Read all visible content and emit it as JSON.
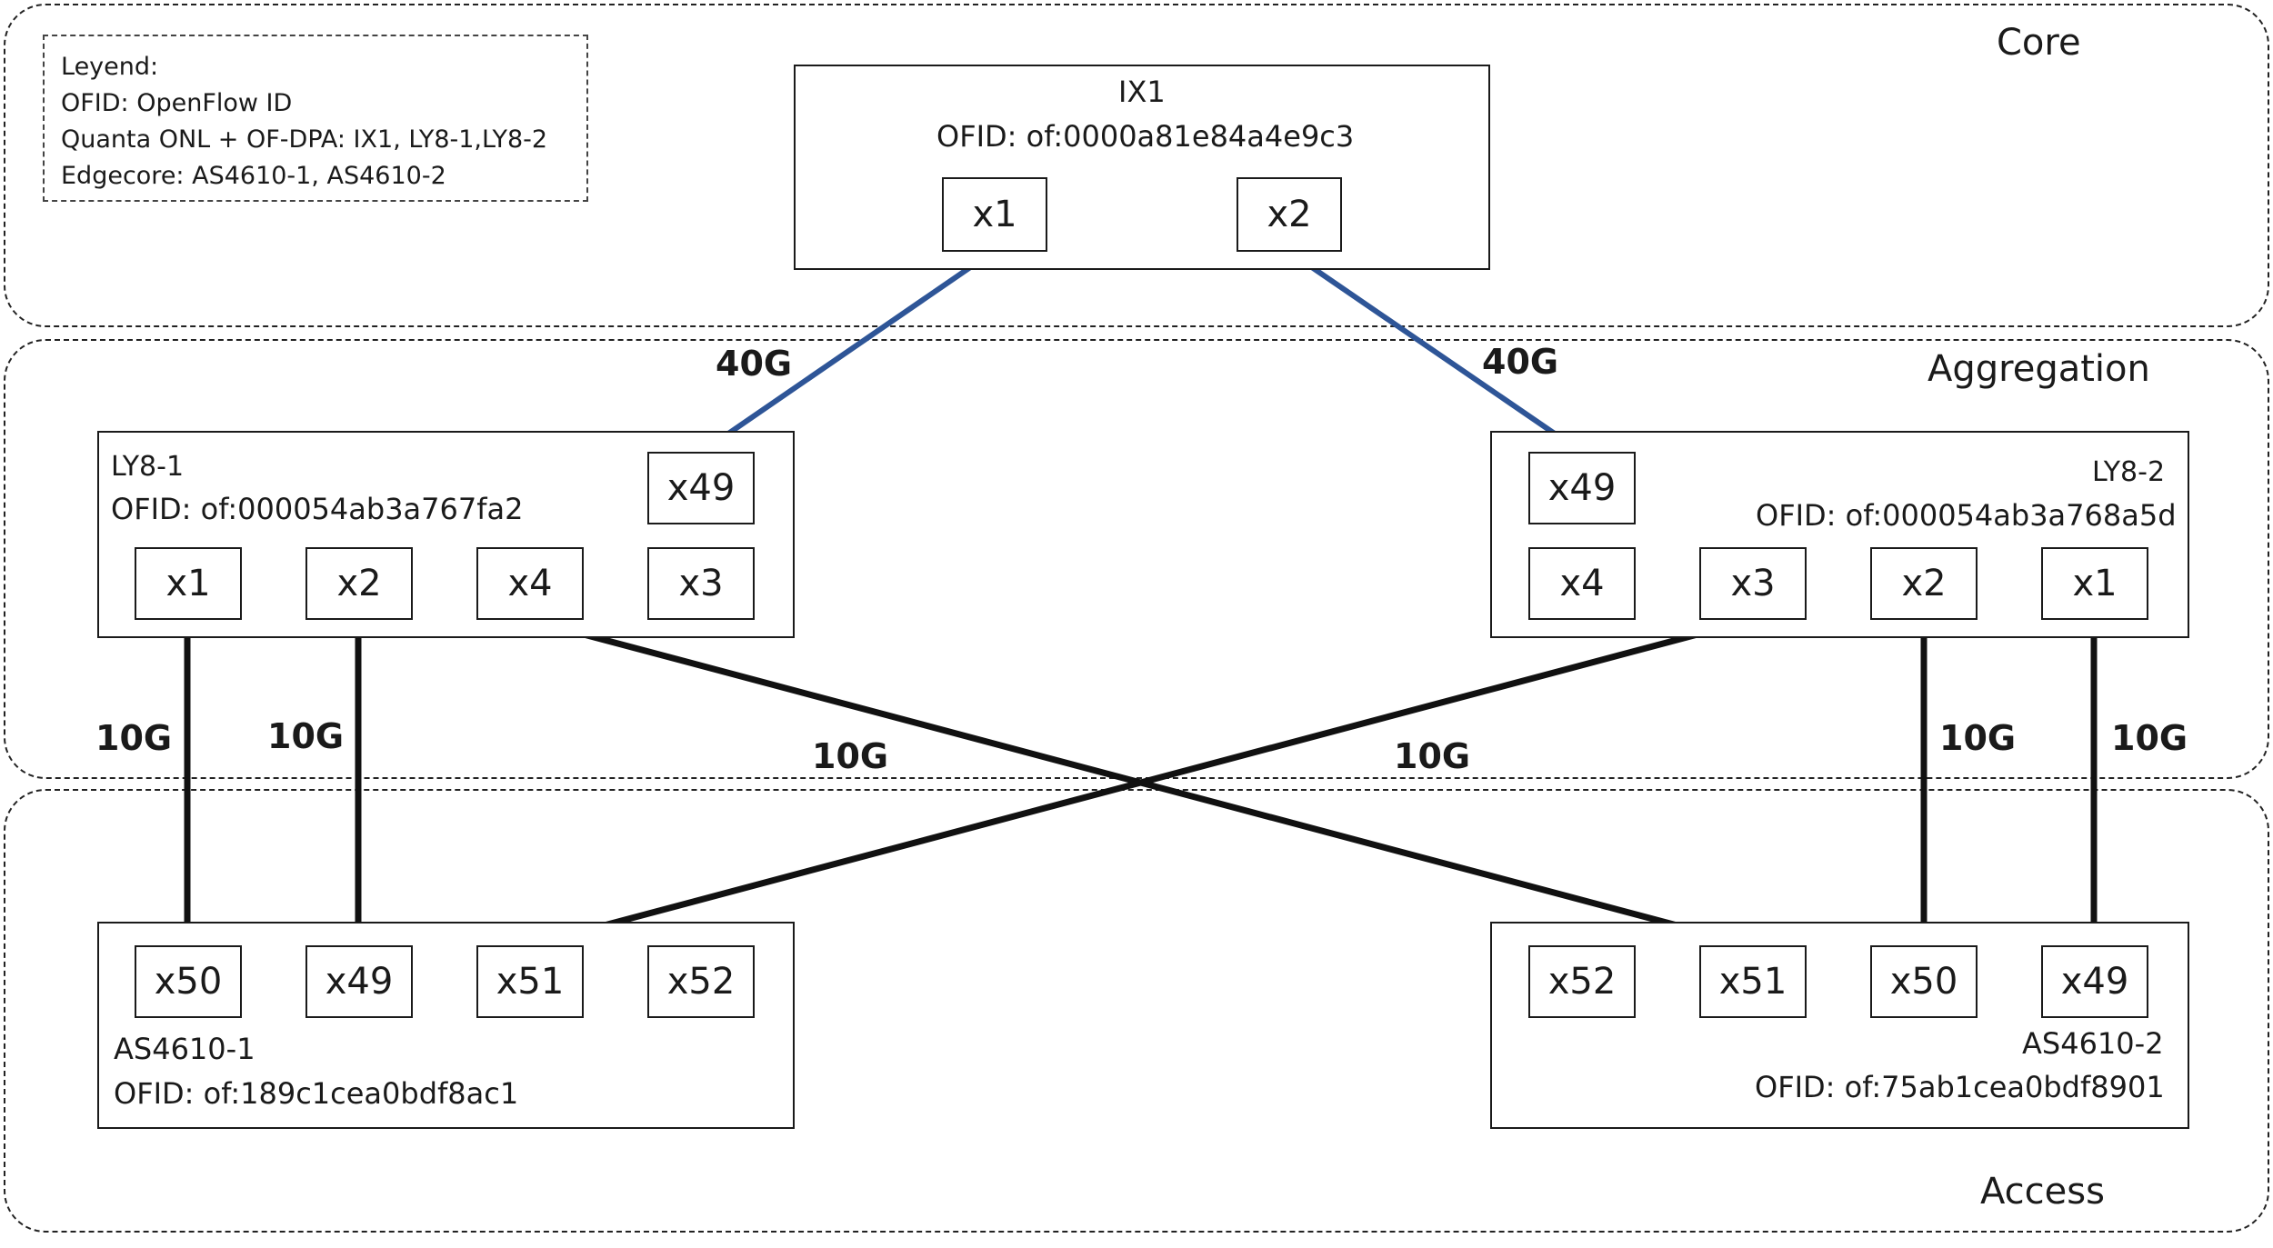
{
  "tiers": {
    "core": "Core",
    "aggregation": "Aggregation",
    "access": "Access"
  },
  "legend": {
    "title": "Leyend:",
    "lines": [
      "OFID: OpenFlow ID",
      "Quanta ONL + OF-DPA: IX1, LY8-1,LY8-2",
      "Edgecore: AS4610-1, AS4610-2"
    ]
  },
  "switches": {
    "ix1": {
      "name": "IX1",
      "ofid": "OFID: of:0000a81e84a4e9c3",
      "ports": {
        "x1": "x1",
        "x2": "x2"
      }
    },
    "ly8_1": {
      "name": "LY8-1",
      "ofid": "OFID: of:000054ab3a767fa2",
      "ports": {
        "x49": "x49",
        "x1": "x1",
        "x2": "x2",
        "x4": "x4",
        "x3": "x3"
      }
    },
    "ly8_2": {
      "name": "LY8-2",
      "ofid": "OFID: of:000054ab3a768a5d",
      "ports": {
        "x49": "x49",
        "x4": "x4",
        "x3": "x3",
        "x2": "x2",
        "x1": "x1"
      }
    },
    "as4610_1": {
      "name": "AS4610-1",
      "ofid": "OFID: of:189c1cea0bdf8ac1",
      "ports": {
        "x50": "x50",
        "x49": "x49",
        "x51": "x51",
        "x52": "x52"
      }
    },
    "as4610_2": {
      "name": "AS4610-2",
      "ofid": "OFID: of:75ab1cea0bdf8901",
      "ports": {
        "x52": "x52",
        "x51": "x51",
        "x50": "x50",
        "x49": "x49"
      }
    }
  },
  "links": {
    "ix1_ly8_1": "40G",
    "ix1_ly8_2": "40G",
    "ly8_1_x1_as1_x50": "10G",
    "ly8_1_x2_as1_x49": "10G",
    "ly8_2_x3_as1_x51": "10G",
    "ly8_1_x4_as2_x51": "10G",
    "ly8_2_x2_as2_x50": "10G",
    "ly8_2_x1_as2_x49": "10G"
  },
  "colors": {
    "uplink": "#2e5597",
    "downlink": "#111111"
  }
}
